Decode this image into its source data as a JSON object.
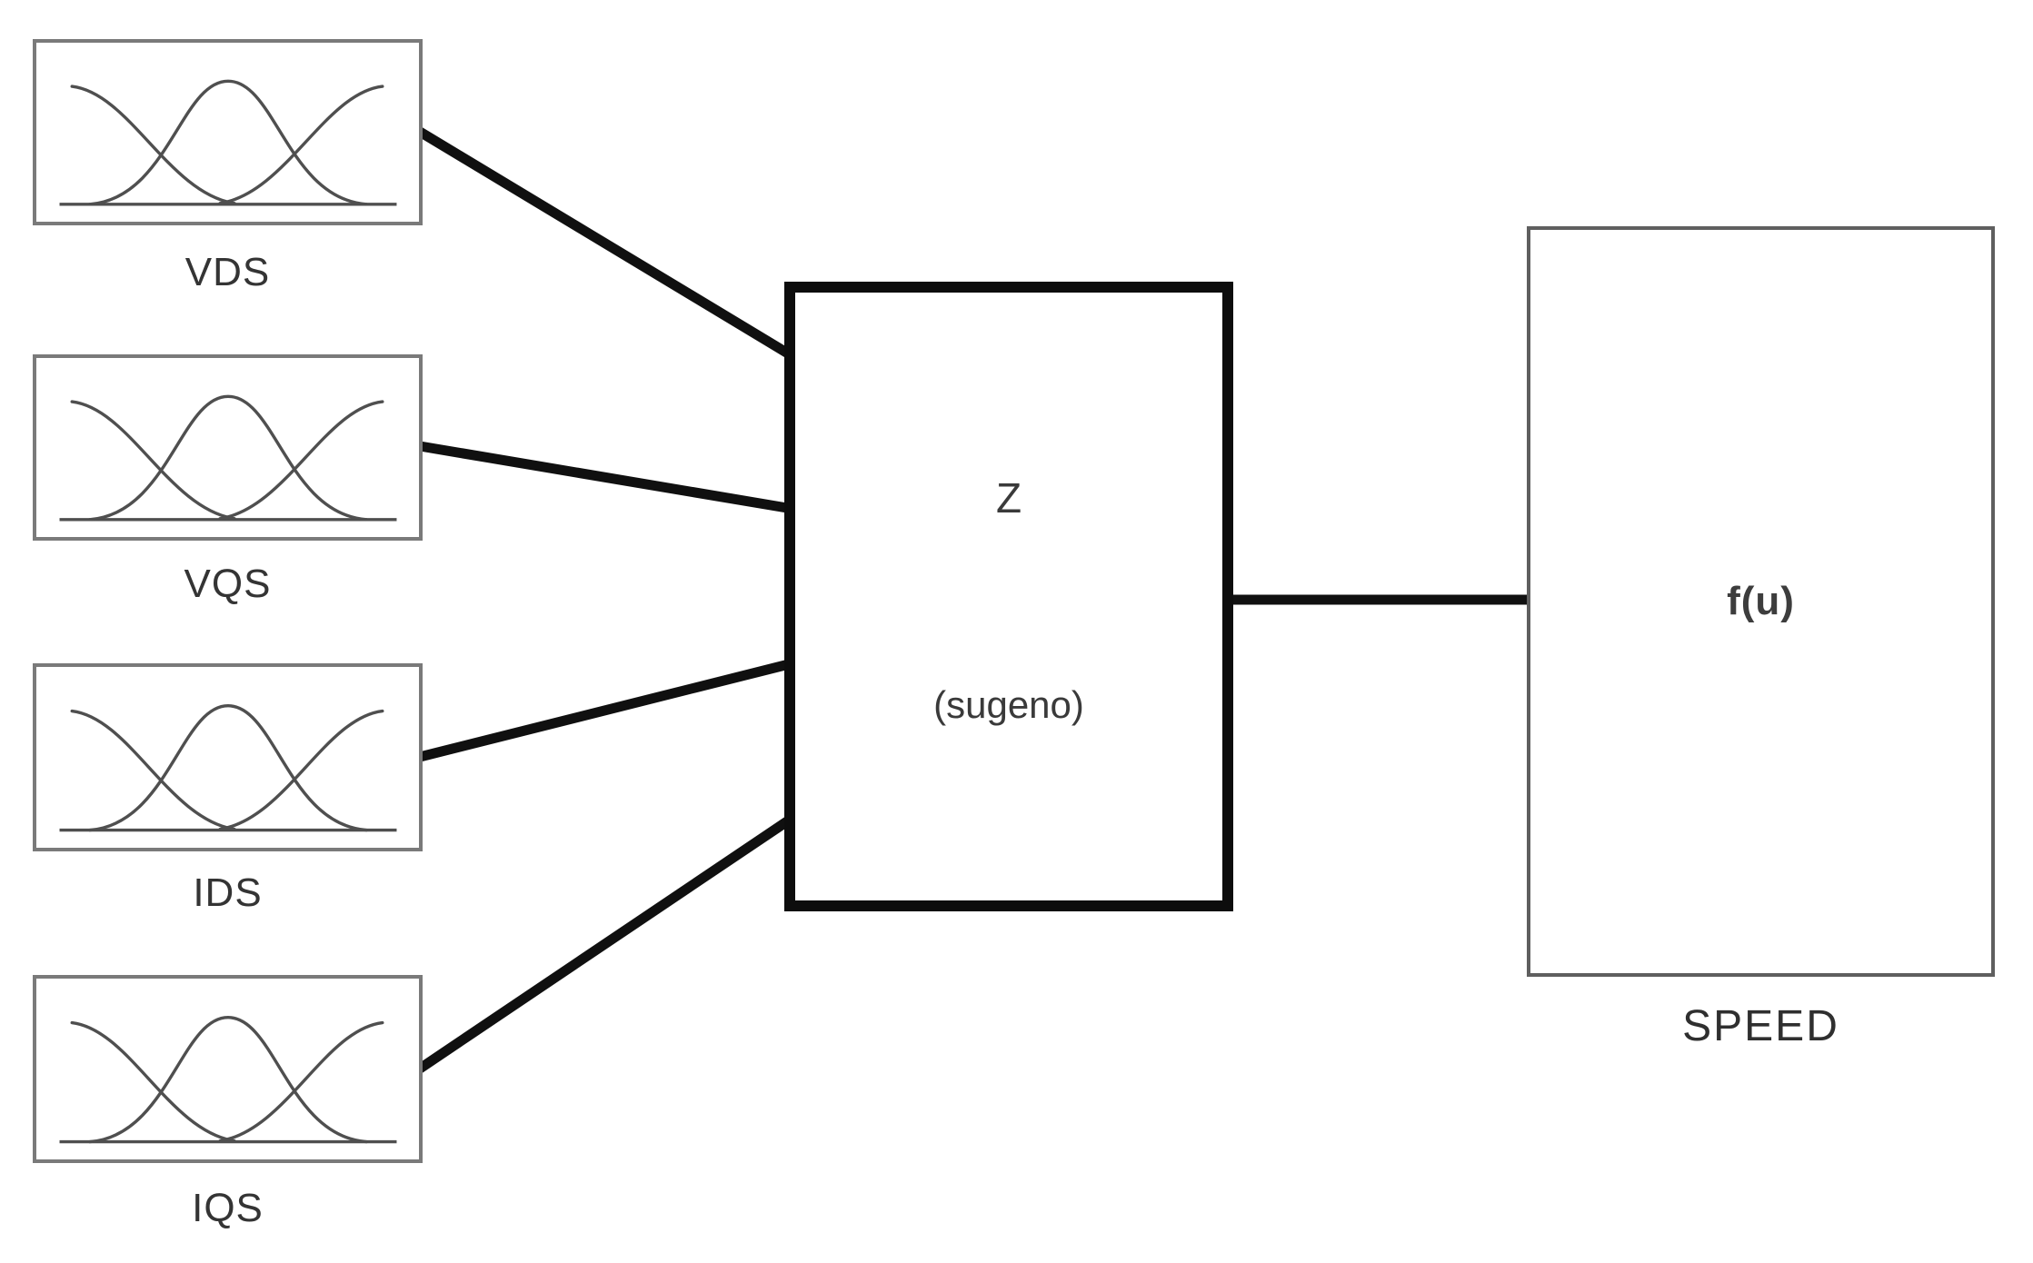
{
  "diagram": {
    "type": "fuzzy-inference-system-structure",
    "inputs": [
      {
        "label": "VDS"
      },
      {
        "label": "VQS"
      },
      {
        "label": "IDS"
      },
      {
        "label": "IQS"
      }
    ],
    "rule_block": {
      "name": "Z",
      "method": "(sugeno)"
    },
    "output": {
      "formula": "f(u)",
      "label": "SPEED"
    },
    "connections": [
      {
        "from": "VDS",
        "to": "Z"
      },
      {
        "from": "VQS",
        "to": "Z"
      },
      {
        "from": "IDS",
        "to": "Z"
      },
      {
        "from": "IQS",
        "to": "Z"
      },
      {
        "from": "Z",
        "to": "SPEED"
      }
    ],
    "colors": {
      "background": "#ffffff",
      "wire": "#101010",
      "input_box_border": "#7a7a7a",
      "rule_block_border": "#0d0d0d",
      "output_box_border": "#5f5f5f",
      "membership_curve": "#4f4f4f",
      "text": "#3a3a3a"
    }
  }
}
